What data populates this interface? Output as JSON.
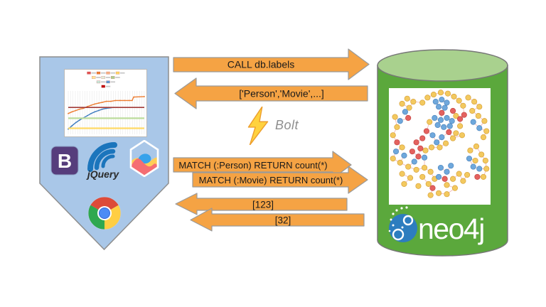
{
  "client": {
    "bootstrap_label": "B",
    "jquery_label": "jQuery",
    "mini_chart": {
      "legend_rows": [
        4,
        3,
        2,
        1
      ],
      "legend_colors": [
        "#E05252",
        "#ED7D31",
        "#F5B183",
        "#FFD966",
        "#FFE699",
        "#E2EFDA",
        "#A9D08E",
        "#C6E7D9",
        "#5B9BD5",
        "#C00000"
      ],
      "series": [
        {
          "color": "#ED7D31",
          "width": 1.4,
          "markers": true,
          "points": [
            [
              0,
              52
            ],
            [
              5,
              48
            ],
            [
              10,
              45
            ],
            [
              15,
              42
            ],
            [
              20,
              40
            ],
            [
              25,
              36
            ],
            [
              30,
              33
            ],
            [
              35,
              30
            ],
            [
              40,
              28
            ],
            [
              45,
              26
            ],
            [
              50,
              24
            ],
            [
              56,
              24
            ],
            [
              62,
              22
            ],
            [
              68,
              22
            ],
            [
              74,
              22
            ],
            [
              80,
              22
            ],
            [
              84,
              22
            ],
            [
              86,
              14
            ],
            [
              100,
              13
            ]
          ]
        },
        {
          "color": "#3E7CC0",
          "width": 1.4,
          "markers": true,
          "points": [
            [
              0,
              88
            ],
            [
              5,
              80
            ],
            [
              10,
              73
            ],
            [
              15,
              67
            ],
            [
              20,
              62
            ],
            [
              25,
              57
            ],
            [
              30,
              52
            ],
            [
              35,
              48
            ],
            [
              40,
              45
            ],
            [
              45,
              42
            ],
            [
              50,
              40
            ],
            [
              55,
              39
            ],
            [
              60,
              38
            ],
            [
              64,
              38
            ]
          ]
        },
        {
          "color": "#A23B38",
          "width": 1.6,
          "markers": false,
          "points": [
            [
              0,
              38
            ],
            [
              100,
              38
            ]
          ]
        },
        {
          "color": "#BCDC9C",
          "width": 2.2,
          "markers": false,
          "points": [
            [
              0,
              63
            ],
            [
              100,
              63
            ]
          ]
        },
        {
          "color": "#FFD966",
          "width": 2.2,
          "markers": false,
          "points": [
            [
              0,
              86
            ],
            [
              100,
              86
            ]
          ]
        }
      ]
    }
  },
  "protocol": {
    "label": "Bolt"
  },
  "messages": {
    "call_labels": "CALL db.labels",
    "labels_result": "['Person','Movie',...]",
    "match_person": "MATCH (:Person) RETURN count(*)",
    "match_movie": "MATCH (:Movie) RETURN count(*)",
    "person_result": "[123]",
    "movie_result": "[32]"
  },
  "database": {
    "logo_text": "neo4j",
    "graph": {
      "node_colors": {
        "y": {
          "fill": "#F3C95F",
          "stroke": "#D8A33C"
        },
        "b": {
          "fill": "#6FA8DC",
          "stroke": "#4E86BE"
        },
        "r": {
          "fill": "#E4625F",
          "stroke": "#C44543"
        }
      },
      "edge_color": "#F0A9A4",
      "nodes": [
        [
          38,
          8,
          "y"
        ],
        [
          44,
          5,
          "y"
        ],
        [
          51,
          3,
          "y"
        ],
        [
          58,
          4,
          "y"
        ],
        [
          64,
          7,
          "y"
        ],
        [
          69,
          11,
          "y"
        ],
        [
          73,
          16,
          "y"
        ],
        [
          33,
          13,
          "y"
        ],
        [
          46,
          12,
          "b"
        ],
        [
          52,
          10,
          "b"
        ],
        [
          57,
          13,
          "b"
        ],
        [
          49,
          17,
          "b"
        ],
        [
          55,
          18,
          "b"
        ],
        [
          52,
          23,
          "r"
        ],
        [
          63,
          21,
          "r"
        ],
        [
          78,
          8,
          "y"
        ],
        [
          84,
          12,
          "y"
        ],
        [
          89,
          17,
          "y"
        ],
        [
          82,
          21,
          "y"
        ],
        [
          88,
          26,
          "y"
        ],
        [
          94,
          31,
          "y"
        ],
        [
          83,
          32,
          "b"
        ],
        [
          89,
          38,
          "b"
        ],
        [
          96,
          41,
          "y"
        ],
        [
          93,
          47,
          "y"
        ],
        [
          74,
          25,
          "r"
        ],
        [
          18,
          9,
          "y"
        ],
        [
          24,
          12,
          "y"
        ],
        [
          13,
          14,
          "y"
        ],
        [
          20,
          18,
          "y"
        ],
        [
          16,
          22,
          "b"
        ],
        [
          19,
          28,
          "r"
        ],
        [
          11,
          31,
          "b"
        ],
        [
          6,
          27,
          "y"
        ],
        [
          8,
          37,
          "y"
        ],
        [
          4,
          45,
          "y"
        ],
        [
          8,
          52,
          "r"
        ],
        [
          13,
          57,
          "y"
        ],
        [
          7,
          61,
          "b"
        ],
        [
          15,
          65,
          "b"
        ],
        [
          4,
          68,
          "y"
        ],
        [
          11,
          72,
          "y"
        ],
        [
          45,
          28,
          "b"
        ],
        [
          51,
          30,
          "b"
        ],
        [
          57,
          28,
          "b"
        ],
        [
          62,
          31,
          "b"
        ],
        [
          48,
          35,
          "b"
        ],
        [
          54,
          37,
          "b"
        ],
        [
          60,
          36,
          "b"
        ],
        [
          40,
          32,
          "y"
        ],
        [
          66,
          26,
          "y"
        ],
        [
          70,
          36,
          "y"
        ],
        [
          66,
          43,
          "y"
        ],
        [
          72,
          45,
          "y"
        ],
        [
          63,
          48,
          "y"
        ],
        [
          59,
          42,
          "r"
        ],
        [
          37,
          41,
          "r"
        ],
        [
          33,
          48,
          "r"
        ],
        [
          70,
          29,
          "r"
        ],
        [
          43,
          45,
          "b"
        ],
        [
          52,
          47,
          "b"
        ],
        [
          47,
          52,
          "b"
        ],
        [
          56,
          53,
          "y"
        ],
        [
          50,
          57,
          "y"
        ],
        [
          42,
          57,
          "y"
        ],
        [
          36,
          60,
          "y"
        ],
        [
          27,
          52,
          "r"
        ],
        [
          31,
          58,
          "r"
        ],
        [
          23,
          61,
          "r"
        ],
        [
          29,
          66,
          "r"
        ],
        [
          35,
          67,
          "b"
        ],
        [
          25,
          71,
          "b"
        ],
        [
          19,
          76,
          "y"
        ],
        [
          27,
          79,
          "y"
        ],
        [
          35,
          77,
          "y"
        ],
        [
          13,
          83,
          "y"
        ],
        [
          21,
          87,
          "y"
        ],
        [
          33,
          86,
          "y"
        ],
        [
          41,
          81,
          "y"
        ],
        [
          45,
          88,
          "y"
        ],
        [
          39,
          93,
          "y"
        ],
        [
          29,
          95,
          "y"
        ],
        [
          15,
          93,
          "y"
        ],
        [
          51,
          77,
          "b"
        ],
        [
          57,
          81,
          "b"
        ],
        [
          49,
          86,
          "b"
        ],
        [
          61,
          75,
          "b"
        ],
        [
          55,
          88,
          "r"
        ],
        [
          43,
          97,
          "r"
        ],
        [
          63,
          88,
          "y"
        ],
        [
          57,
          94,
          "y"
        ],
        [
          65,
          97,
          "y"
        ],
        [
          69,
          83,
          "y"
        ],
        [
          73,
          90,
          "y"
        ],
        [
          49,
          102,
          "y"
        ],
        [
          57,
          103,
          "y"
        ],
        [
          41,
          104,
          "y"
        ],
        [
          80,
          60,
          "y"
        ],
        [
          86,
          56,
          "y"
        ],
        [
          91,
          64,
          "y"
        ],
        [
          95,
          70,
          "y"
        ],
        [
          85,
          70,
          "y"
        ],
        [
          79,
          68,
          "b"
        ],
        [
          83,
          76,
          "b"
        ],
        [
          89,
          78,
          "b"
        ],
        [
          87,
          86,
          "r"
        ],
        [
          77,
          84,
          "y"
        ],
        [
          93,
          86,
          "y"
        ],
        [
          96,
          78,
          "y"
        ]
      ]
    }
  }
}
